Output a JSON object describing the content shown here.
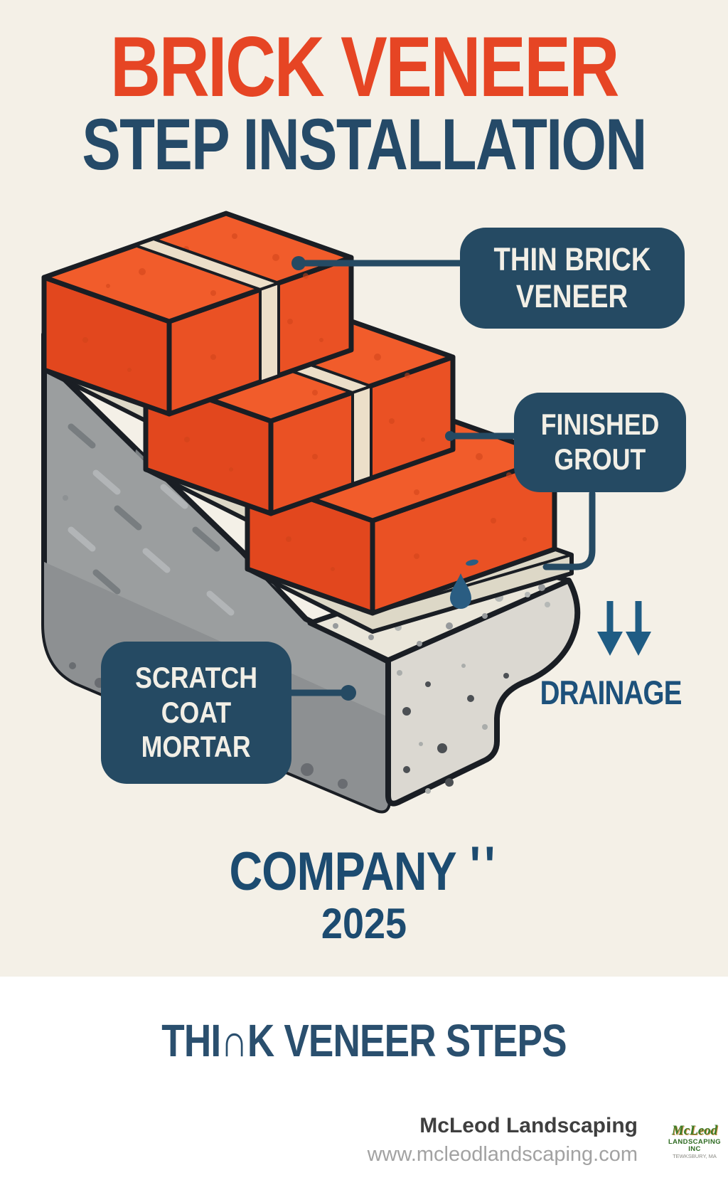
{
  "header": {
    "title": "BRICK VENEER",
    "subtitle": "STEP INSTALLATION",
    "title_color": "#e64524",
    "subtitle_color": "#254a68"
  },
  "diagram": {
    "callouts": {
      "thin_brick_veneer": {
        "lines": [
          "THIN BRICK",
          "VENEER"
        ]
      },
      "finished_grout": {
        "lines": [
          "FINISHED",
          "GROUT"
        ]
      },
      "scratch_coat_mortar": {
        "lines": [
          "SCRATCH",
          "COAT",
          "MORTAR"
        ]
      }
    },
    "drainage_label": "DRAINAGE",
    "icons": [
      "water-droplet-icon",
      "down-arrow-icon"
    ],
    "colors": {
      "callout_bg": "#254a63",
      "callout_text": "#f2efe6",
      "connector": "#254a63",
      "arrow_blue": "#1f5c84",
      "droplet_blue": "#2a5d82",
      "brick_orange": "#ee5526",
      "mortar_cream": "#ddd8c7",
      "concrete_gray": "#9b9e9f",
      "concrete_light": "#e9e5da",
      "page_bg": "#f4f0e7",
      "band_bg": "#ffffff"
    }
  },
  "company": {
    "name": "COMPANY",
    "marks": "''",
    "year": "2025"
  },
  "tagline": "THI∩K VENEER STEPS",
  "footer": {
    "business_name": "McLeod Landscaping",
    "website": "www.mcleodlandscaping.com",
    "logo": {
      "name": "McLeod",
      "line2": "LANDSCAPING INC",
      "line3": "TEWKSBURY, MA"
    }
  }
}
